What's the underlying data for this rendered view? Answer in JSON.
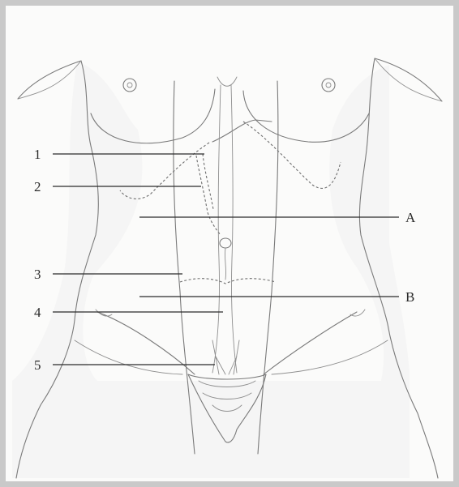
{
  "labels": {
    "left": [
      "1",
      "2",
      "3",
      "4",
      "5"
    ],
    "right": [
      "A",
      "B"
    ]
  },
  "colors": {
    "frame": "#c9c9c9",
    "background": "#fbfbfa",
    "line": "#2b2b2b"
  }
}
